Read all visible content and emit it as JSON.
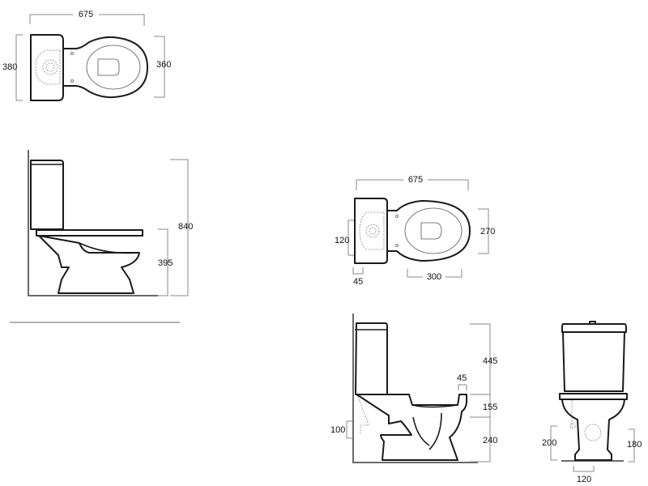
{
  "drawing_1_plan": {
    "width": "675",
    "tank_depth": "380",
    "bowl_width": "360"
  },
  "drawing_2_side": {
    "total_height": "840",
    "seat_height": "395"
  },
  "drawing_3_plan": {
    "width": "675",
    "bowl_width": "270",
    "fixing_offset": "120",
    "tank_offset": "45",
    "outlet_distance": "300"
  },
  "drawing_4_side": {
    "tank_height": "445",
    "rim_depth": "45",
    "bowl_height": "155",
    "base_height": "240",
    "inlet_height": "100"
  },
  "drawing_5_front": {
    "inlet_height": "200",
    "outlet_height": "180",
    "outlet_width": "120"
  },
  "colors": {
    "outline": "#1a1a1a",
    "dimension": "#8a8a8a",
    "divider": "#b0b0b0"
  }
}
